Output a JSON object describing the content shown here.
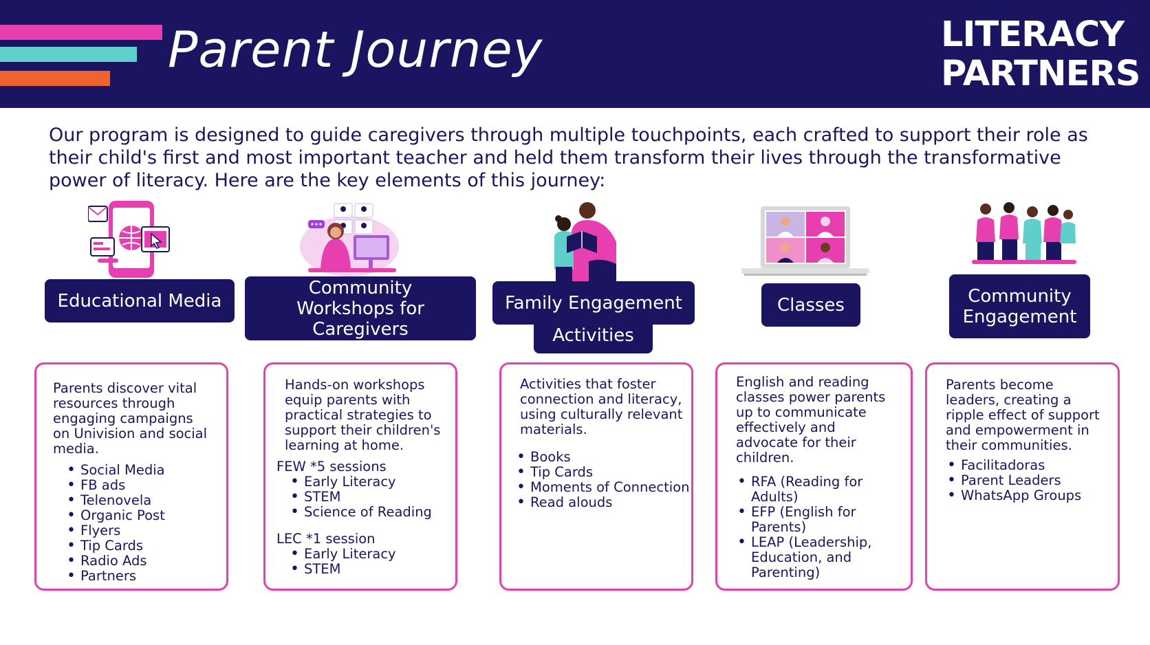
{
  "header": {
    "title": "Parent Journey",
    "logo_line1": "LITERACY",
    "logo_line2": "PARTNERS",
    "colors": {
      "navy": "#1b1460",
      "pink": "#e83fb0",
      "teal": "#5ecfcb",
      "orange": "#f0632f"
    }
  },
  "intro": "Our program is designed to guide caregivers through multiple touchpoints, each crafted to support their role as their child's first and most important teacher and held them transform their lives through the transformative power of literacy. Here are the key elements of this journey:",
  "sections": [
    {
      "heading": "Educational Media",
      "icon": "digital-media-icon",
      "description": "Parents discover vital\nresources through\nengaging campaigns\non Univision and social\nmedia.",
      "items": [
        "Social Media",
        "FB ads",
        "Telenovela",
        "Organic Post",
        "Flyers",
        "Tip Cards",
        "Radio Ads",
        "Partners"
      ]
    },
    {
      "heading": "Community Workshops for Caregivers",
      "icon": "video-workshop-icon",
      "description": "Hands-on workshops\nequip parents with\npractical strategies to\nsupport their children's\nlearning at home.",
      "groups": [
        {
          "label": "FEW *5 sessions",
          "items": [
            "Early Literacy",
            "STEM",
            "Science of Reading"
          ]
        },
        {
          "label": "LEC *1 session",
          "items": [
            "Early Literacy",
            "STEM"
          ]
        }
      ]
    },
    {
      "heading_line1": "Family Engagement",
      "heading_line2": "Activities",
      "icon": "parent-reading-icon",
      "description": "Activities that foster\nconnection and literacy,\nusing culturally relevant\nmaterials.",
      "items": [
        "Books",
        "Tip Cards",
        "Moments of Connection",
        "Read alouds"
      ]
    },
    {
      "heading": "Classes",
      "icon": "laptop-video-call-icon",
      "description": "English and reading\nclasses power parents\nup to communicate\neffectively and\nadvocate for their\nchildren.",
      "items": [
        "RFA (Reading for Adults)",
        "EFP (English for Parents)",
        "LEAP (Leadership, Education, and Parenting)"
      ]
    },
    {
      "heading": "Community Engagement",
      "icon": "community-group-icon",
      "description": "Parents become\nleaders, creating a\nripple effect of support\nand empowerment in\ntheir communities.",
      "items": [
        "Facilitadoras",
        "Parent Leaders",
        "WhatsApp Groups"
      ]
    }
  ]
}
